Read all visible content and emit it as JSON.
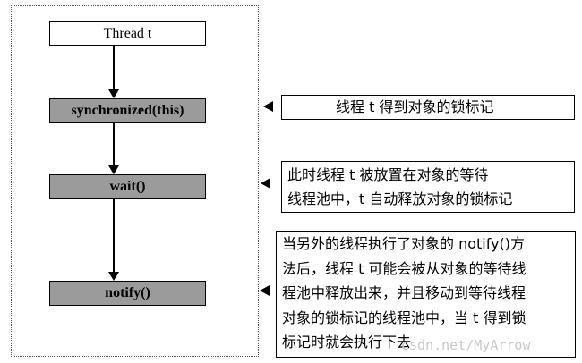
{
  "flow": {
    "steps": [
      {
        "label": "Thread t"
      },
      {
        "label": "synchronized(this)"
      },
      {
        "label": "wait()"
      },
      {
        "label": "notify()"
      }
    ]
  },
  "notes": [
    {
      "lines": [
        "线程 t 得到对象的锁标记"
      ]
    },
    {
      "lines": [
        "此时线程 t 被放置在对象的等待",
        "线程池中，t 自动释放对象的锁标记"
      ]
    },
    {
      "lines": [
        "当另外的线程执行了对象的  notify()方",
        "法后，线程 t 可能会被从对象的等待线",
        "程池中释放出来，并且移动到等待线程",
        "对象的锁标记的线程池中，当 t 得到锁",
        "标记时就会执行下去"
      ]
    }
  ],
  "watermark": "csdn.net/MyArrow",
  "colors": {
    "gray_box": "#9b9b9b",
    "border": "#000000",
    "background": "#ffffff"
  }
}
